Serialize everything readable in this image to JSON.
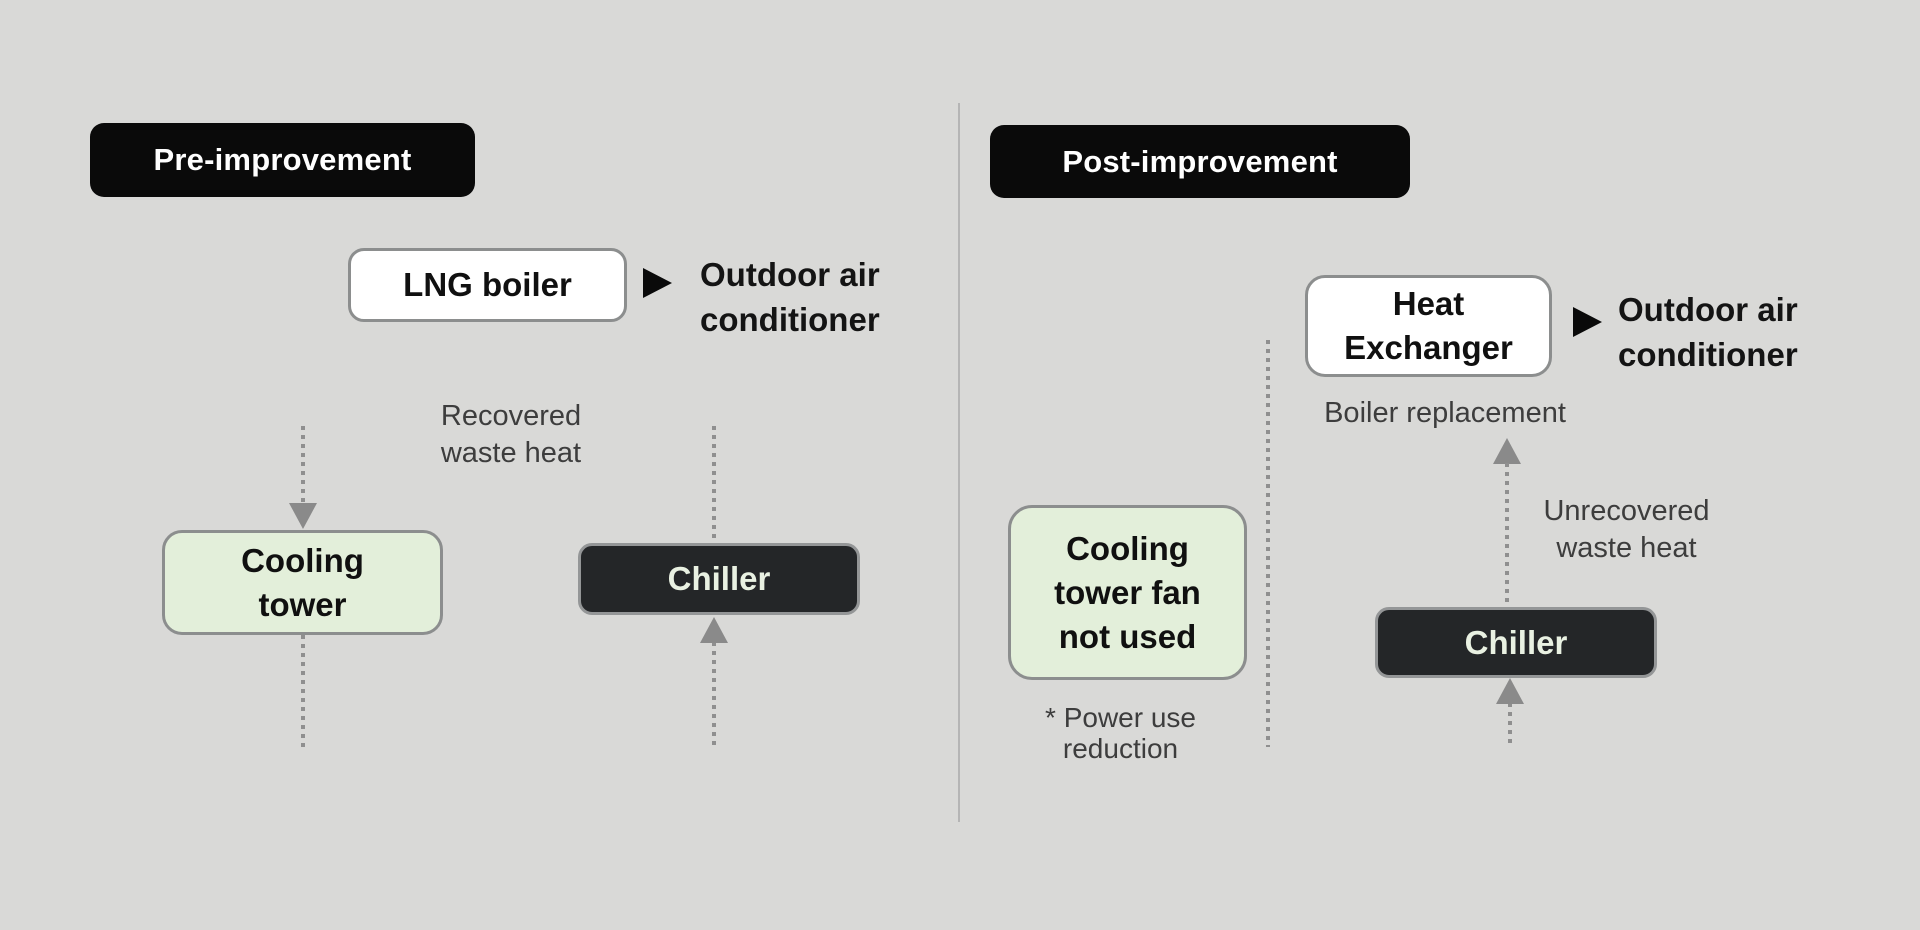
{
  "palette": {
    "background": "#d9d9d7",
    "badge_bg": "#0a0a0a",
    "badge_text": "#ffffff",
    "node_white_bg": "#ffffff",
    "node_green_bg": "#e3efda",
    "node_dark_bg": "#242628",
    "node_dark_text": "#e9f1e2",
    "node_border": "#8c8e8e",
    "dotted_line": "#8f8f8f",
    "flow_arrow": "#8a8a8a",
    "black_arrow": "#0a0a0a",
    "annotation_text": "#3d3d3d",
    "divider": "#b5b5b5"
  },
  "pre_panel": {
    "badge": "Pre-improvement",
    "lng_boiler": "LNG boiler",
    "outdoor_air": "Outdoor air\nconditioner",
    "recovered_heat": "Recovered\nwaste heat",
    "cooling_tower": "Cooling\ntower",
    "chiller": "Chiller"
  },
  "post_panel": {
    "badge": "Post-improvement",
    "heat_exchanger": "Heat\nExchanger",
    "outdoor_air": "Outdoor air\nconditioner",
    "boiler_replacement": "Boiler replacement",
    "unrecovered_heat": "Unrecovered\nwaste heat",
    "cooling_tower_fan": "Cooling\ntower fan\nnot used",
    "power_reduction": "* Power use\nreduction",
    "chiller": "Chiller"
  }
}
